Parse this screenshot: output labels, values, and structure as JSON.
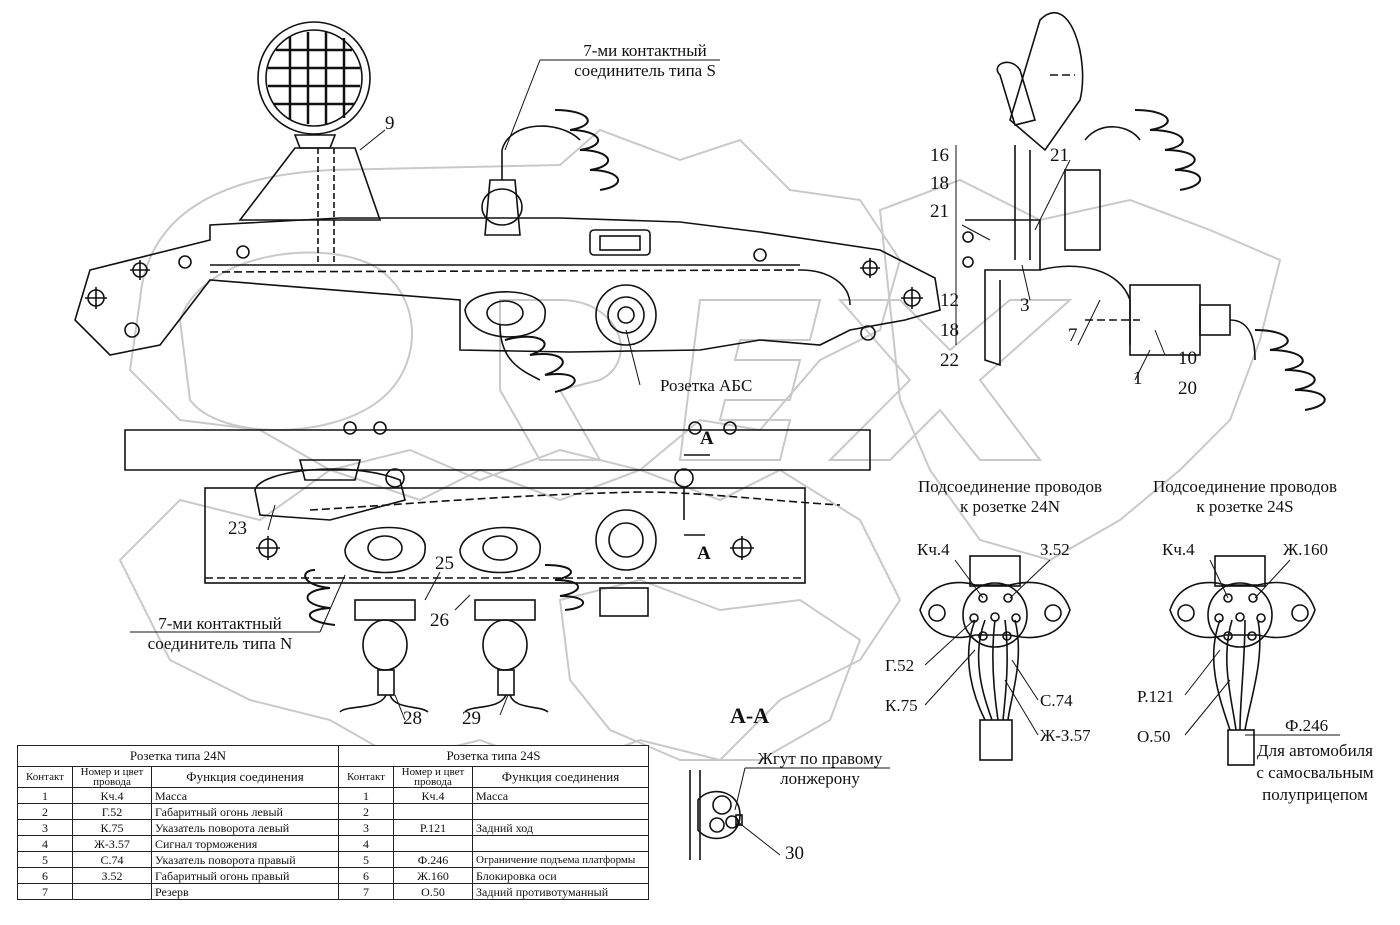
{
  "watermark": "OPEX",
  "labels": {
    "connector_s_line1": "7-ми контактный",
    "connector_s_line2": "соединитель типа S",
    "abs_socket": "Розетка АБС",
    "connector_n_line1": "7-ми контактный",
    "connector_n_line2": "соединитель типа N",
    "section_aa": "А-А",
    "section_mark_a": "А",
    "harness_line1": "Жгут по правому",
    "harness_line2": "лонжерону",
    "wiring_24n_line1": "Подсоединение проводов",
    "wiring_24n_line2": "к розетке 24N",
    "wiring_24s_line1": "Подсоединение проводов",
    "wiring_24s_line2": "к розетке 24S",
    "dump_line1": "Для автомобиля",
    "dump_line2": "с самосвальным",
    "dump_line3": "полуприцепом"
  },
  "wire_labels_24n": [
    "Кч.4",
    "З.52",
    "Г.52",
    "К.75",
    "С.74",
    "Ж-З.57"
  ],
  "wire_labels_24s": [
    "Кч.4",
    "Ж.160",
    "Р.121",
    "О.50",
    "Ф.246"
  ],
  "callouts": [
    "9",
    "16",
    "18",
    "21",
    "21",
    "12",
    "3",
    "18",
    "22",
    "7",
    "1",
    "10",
    "20",
    "23",
    "25",
    "26",
    "28",
    "29",
    "30"
  ],
  "table": {
    "title_24n": "Розетка типа 24N",
    "title_24s": "Розетка типа 24S",
    "col_contact": "Контакт",
    "col_wire": "Номер и цвет провода",
    "col_function": "Функция соединения",
    "rows_24n": [
      {
        "contact": "1",
        "wire": "Кч.4",
        "function": "Масса"
      },
      {
        "contact": "2",
        "wire": "Г.52",
        "function": "Габаритный огонь левый"
      },
      {
        "contact": "3",
        "wire": "К.75",
        "function": "Указатель поворота левый"
      },
      {
        "contact": "4",
        "wire": "Ж-З.57",
        "function": "Сигнал торможения"
      },
      {
        "contact": "5",
        "wire": "С.74",
        "function": "Указатель поворота правый"
      },
      {
        "contact": "6",
        "wire": "З.52",
        "function": "Габаритный огонь правый"
      },
      {
        "contact": "7",
        "wire": "",
        "function": "Резерв"
      }
    ],
    "rows_24s": [
      {
        "contact": "1",
        "wire": "Кч.4",
        "function": "Масса"
      },
      {
        "contact": "2",
        "wire": "",
        "function": ""
      },
      {
        "contact": "3",
        "wire": "Р.121",
        "function": "Задний ход"
      },
      {
        "contact": "4",
        "wire": "",
        "function": ""
      },
      {
        "contact": "5",
        "wire": "Ф.246",
        "function": "Ограничение подъема платформы"
      },
      {
        "contact": "6",
        "wire": "Ж.160",
        "function": "Блокировка оси"
      },
      {
        "contact": "7",
        "wire": "О.50",
        "function": "Задний противотуманный"
      }
    ]
  }
}
